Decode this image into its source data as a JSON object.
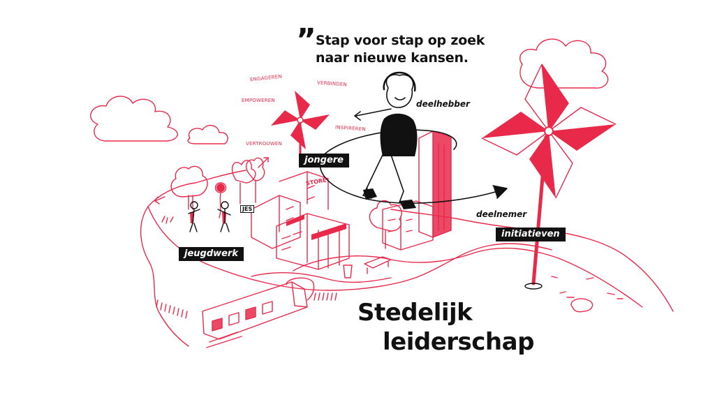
{
  "colors": {
    "accent": "#e8294a",
    "ink": "#111111",
    "background": "#ffffff"
  },
  "quote": {
    "line1": "Stap voor stap op zoek",
    "line2": "naar nieuwe kansen.",
    "mark": "”"
  },
  "title": {
    "line1": "Stedelijk",
    "line2": "leiderschap"
  },
  "tags": {
    "jongere": "jongere",
    "jeugdwerk": "jeugdwerk",
    "initiatieven": "initiatieven"
  },
  "notes": {
    "deelhebber": "deelhebber",
    "deelnemer": "deelnemer"
  },
  "values": {
    "engageren": "ENGAGEREN",
    "verbinden": "VERBINDEN",
    "empoweren": "EMPOWEREN",
    "inspireren": "INSPIREREN",
    "vertrouwen": "VERTROUWEN"
  },
  "signs": {
    "store": "STORE",
    "jes": "JES"
  }
}
